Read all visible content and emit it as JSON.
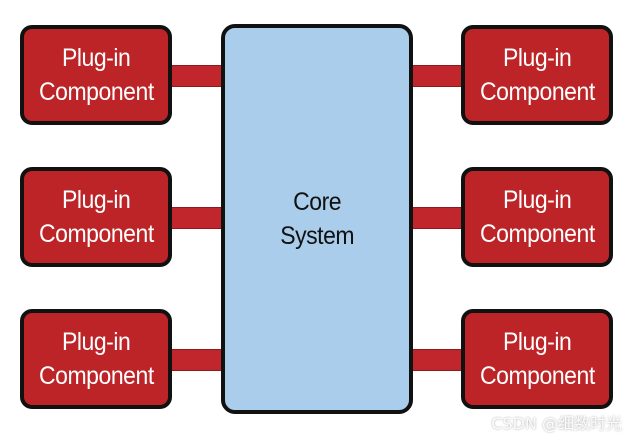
{
  "core": {
    "line1": "Core",
    "line2": "System"
  },
  "plugins": [
    {
      "line1": "Plug-in",
      "line2": "Component"
    },
    {
      "line1": "Plug-in",
      "line2": "Component"
    },
    {
      "line1": "Plug-in",
      "line2": "Component"
    },
    {
      "line1": "Plug-in",
      "line2": "Component"
    },
    {
      "line1": "Plug-in",
      "line2": "Component"
    },
    {
      "line1": "Plug-in",
      "line2": "Component"
    }
  ],
  "watermark": "CSDN @细数时光",
  "colors": {
    "plugin": "#bd2427",
    "connector": "#c0262c",
    "core": "#a9cdea",
    "border": "#111111"
  }
}
